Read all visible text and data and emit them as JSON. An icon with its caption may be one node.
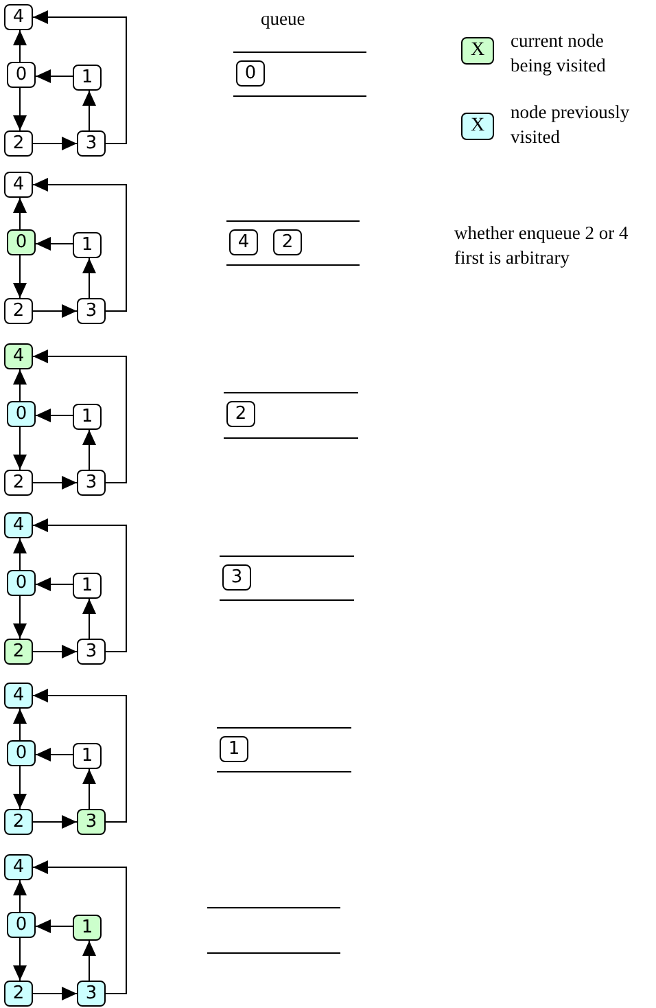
{
  "diagram": {
    "nodes": [
      {
        "text": [
          "4"
        ]
      },
      {
        "text": [
          "0"
        ]
      },
      {
        "text": [
          "1"
        ]
      },
      {
        "text": [
          "2"
        ]
      },
      {
        "text": [
          "3"
        ]
      },
      {
        "text": [
          "0"
        ]
      },
      {
        "text": [
          "4"
        ]
      },
      {
        "text": [
          "0"
        ]
      },
      {
        "text": [
          "1"
        ]
      },
      {
        "text": [
          "2"
        ]
      },
      {
        "text": [
          "3"
        ]
      },
      {
        "text": [
          "4"
        ]
      },
      {
        "text": [
          "2"
        ]
      },
      {
        "text": [
          "4"
        ]
      },
      {
        "text": [
          "0"
        ]
      },
      {
        "text": [
          "1"
        ]
      },
      {
        "text": [
          "2"
        ]
      },
      {
        "text": [
          "3"
        ]
      },
      {
        "text": [
          "2"
        ]
      },
      {
        "text": [
          "4"
        ]
      },
      {
        "text": [
          "0"
        ]
      },
      {
        "text": [
          "1"
        ]
      },
      {
        "text": [
          "2"
        ]
      },
      {
        "text": [
          "3"
        ]
      },
      {
        "text": [
          "3"
        ]
      },
      {
        "text": [
          "4"
        ]
      },
      {
        "text": [
          "0"
        ]
      },
      {
        "text": [
          "1"
        ]
      },
      {
        "text": [
          "2"
        ]
      },
      {
        "text": [
          "3"
        ]
      },
      {
        "text": [
          "1"
        ]
      },
      {
        "text": [
          "4"
        ]
      },
      {
        "text": [
          "0"
        ]
      },
      {
        "text": [
          "1"
        ]
      },
      {
        "text": [
          "2"
        ]
      },
      {
        "text": [
          "3"
        ]
      }
    ],
    "edges": [
      {
        "from": 1,
        "to": 0,
        "arrow": "to"
      },
      {
        "from": 2,
        "to": 1,
        "arrow": "to"
      },
      {
        "from": 1,
        "to": 3,
        "arrow": "to"
      },
      {
        "from": 3,
        "to": 4,
        "arrow": "to"
      },
      {
        "from": 4,
        "to": 2,
        "arrow": "to"
      },
      {
        "from": 4,
        "to": 0,
        "arrow": "to"
      },
      {
        "from": 7,
        "to": 6,
        "arrow": "to"
      },
      {
        "from": 8,
        "to": 7,
        "arrow": "to"
      },
      {
        "from": 7,
        "to": 9,
        "arrow": "to"
      },
      {
        "from": 9,
        "to": 10,
        "arrow": "to"
      },
      {
        "from": 10,
        "to": 8,
        "arrow": "to"
      },
      {
        "from": 10,
        "to": 6,
        "arrow": "to"
      },
      {
        "from": 14,
        "to": 13,
        "arrow": "to"
      },
      {
        "from": 15,
        "to": 14,
        "arrow": "to"
      },
      {
        "from": 14,
        "to": 16,
        "arrow": "to"
      },
      {
        "from": 16,
        "to": 17,
        "arrow": "to"
      },
      {
        "from": 17,
        "to": 15,
        "arrow": "to"
      },
      {
        "from": 17,
        "to": 13,
        "arrow": "to"
      },
      {
        "from": 20,
        "to": 19,
        "arrow": "to"
      },
      {
        "from": 21,
        "to": 20,
        "arrow": "to"
      },
      {
        "from": 20,
        "to": 22,
        "arrow": "to"
      },
      {
        "from": 22,
        "to": 23,
        "arrow": "to"
      },
      {
        "from": 23,
        "to": 21,
        "arrow": "to"
      },
      {
        "from": 23,
        "to": 19,
        "arrow": "to"
      },
      {
        "from": 26,
        "to": 25,
        "arrow": "to"
      },
      {
        "from": 27,
        "to": 26,
        "arrow": "to"
      },
      {
        "from": 26,
        "to": 28,
        "arrow": "to"
      },
      {
        "from": 28,
        "to": 29,
        "arrow": "to"
      },
      {
        "from": 29,
        "to": 27,
        "arrow": "to"
      },
      {
        "from": 29,
        "to": 25,
        "arrow": "to"
      },
      {
        "from": 32,
        "to": 31,
        "arrow": "to"
      },
      {
        "from": 33,
        "to": 32,
        "arrow": "to"
      },
      {
        "from": 32,
        "to": 34,
        "arrow": "to"
      },
      {
        "from": 34,
        "to": 35,
        "arrow": "to"
      },
      {
        "from": 35,
        "to": 33,
        "arrow": "to"
      },
      {
        "from": 35,
        "to": 31,
        "arrow": "to"
      }
    ],
    "labels": [
      "queue",
      "X",
      "X",
      "whether enqueue 2 or 4 first is arbitrary"
    ],
    "legend": [
      {
        "text": "current node being visited",
        "color": "#ccffcc"
      },
      {
        "text": "node previously visited",
        "color": "#ccffff"
      }
    ]
  }
}
